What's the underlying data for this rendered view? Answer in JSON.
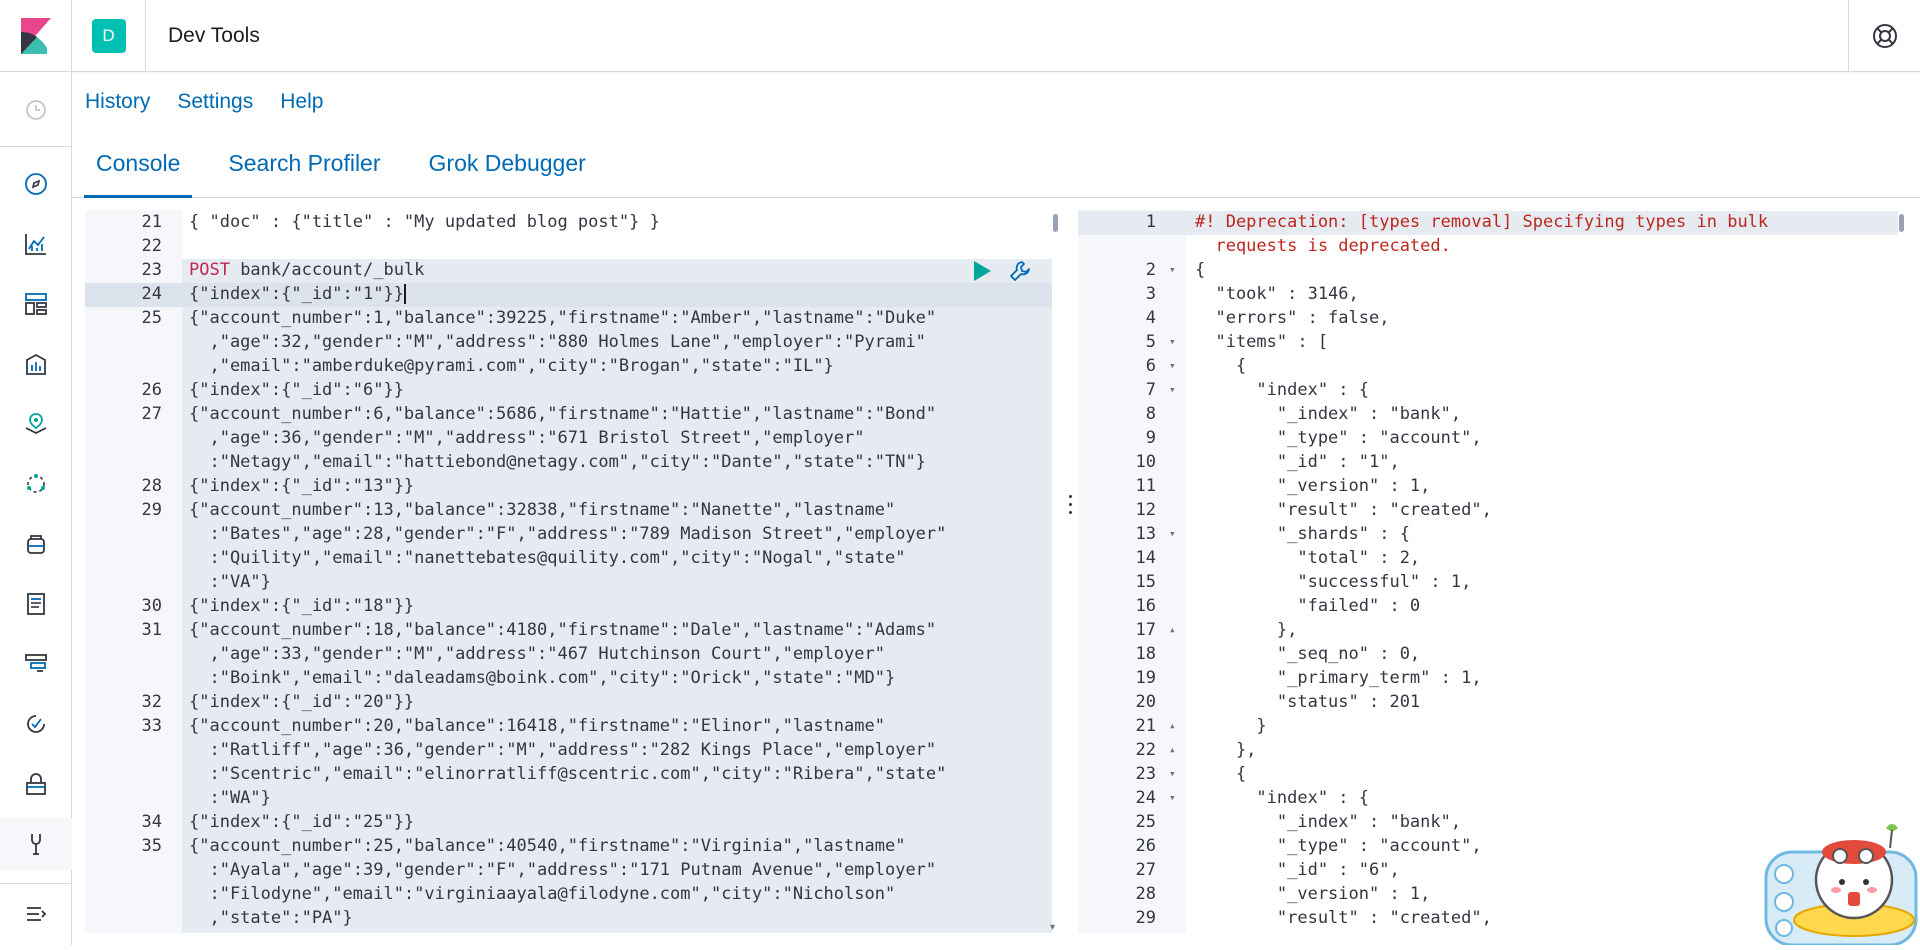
{
  "colors": {
    "kibana_logo_pink": "#e8488b",
    "kibana_logo_teal": "#3ebeb0",
    "space_avatar_bg": "#00bfb3",
    "link_blue": "#006bb4",
    "run_button_green": "#00a69b",
    "method_color": "#c7254e",
    "warning_red": "#bd271e",
    "string_green": "#008000",
    "boolean_blue": "#1e4bb4"
  },
  "header": {
    "space_letter": "D",
    "breadcrumb": "Dev Tools",
    "help_icon": "help-lifebuoy-icon"
  },
  "sidebar": {
    "items": [
      {
        "icon": "clock-icon",
        "label": "Recently viewed"
      },
      {
        "icon": "compass-icon",
        "label": "Discover"
      },
      {
        "icon": "visualize-icon",
        "label": "Visualize"
      },
      {
        "icon": "dashboard-icon",
        "label": "Dashboard"
      },
      {
        "icon": "canvas-icon",
        "label": "Canvas"
      },
      {
        "icon": "maps-icon",
        "label": "Maps"
      },
      {
        "icon": "ml-icon",
        "label": "Machine Learning"
      },
      {
        "icon": "infrastructure-icon",
        "label": "Infrastructure"
      },
      {
        "icon": "logs-icon",
        "label": "Logs"
      },
      {
        "icon": "apm-icon",
        "label": "APM"
      },
      {
        "icon": "uptime-icon",
        "label": "Uptime"
      },
      {
        "icon": "siem-icon",
        "label": "SIEM"
      },
      {
        "icon": "devtools-icon",
        "label": "Dev Tools"
      },
      {
        "icon": "collapse-menu-icon",
        "label": "Collapse"
      }
    ]
  },
  "topnav": {
    "history": "History",
    "settings": "Settings",
    "help": "Help"
  },
  "tabs": {
    "console": "Console",
    "search_profiler": "Search Profiler",
    "grok_debugger": "Grok Debugger"
  },
  "request_editor": {
    "lines": [
      {
        "n": "21",
        "t": "{ \"doc\" : {\"title\" : \"My updated blog post\"} }"
      },
      {
        "n": "22",
        "t": ""
      },
      {
        "n": "23",
        "method": "POST",
        "t": " bank/account/_bulk"
      },
      {
        "n": "24",
        "t": "{\"index\":{\"_id\":\"1\"}}"
      },
      {
        "n": "25",
        "t": "{\"account_number\":1,\"balance\":39225,\"firstname\":\"Amber\",\"lastname\":\"Duke\""
      },
      {
        "n": "",
        "t": "  ,\"age\":32,\"gender\":\"M\",\"address\":\"880 Holmes Lane\",\"employer\":\"Pyrami\""
      },
      {
        "n": "",
        "t": "  ,\"email\":\"amberduke@pyrami.com\",\"city\":\"Brogan\",\"state\":\"IL\"}"
      },
      {
        "n": "26",
        "t": "{\"index\":{\"_id\":\"6\"}}"
      },
      {
        "n": "27",
        "t": "{\"account_number\":6,\"balance\":5686,\"firstname\":\"Hattie\",\"lastname\":\"Bond\""
      },
      {
        "n": "",
        "t": "  ,\"age\":36,\"gender\":\"M\",\"address\":\"671 Bristol Street\",\"employer\""
      },
      {
        "n": "",
        "t": "  :\"Netagy\",\"email\":\"hattiebond@netagy.com\",\"city\":\"Dante\",\"state\":\"TN\"}"
      },
      {
        "n": "28",
        "t": "{\"index\":{\"_id\":\"13\"}}"
      },
      {
        "n": "29",
        "t": "{\"account_number\":13,\"balance\":32838,\"firstname\":\"Nanette\",\"lastname\""
      },
      {
        "n": "",
        "t": "  :\"Bates\",\"age\":28,\"gender\":\"F\",\"address\":\"789 Madison Street\",\"employer\""
      },
      {
        "n": "",
        "t": "  :\"Quility\",\"email\":\"nanettebates@quility.com\",\"city\":\"Nogal\",\"state\""
      },
      {
        "n": "",
        "t": "  :\"VA\"}"
      },
      {
        "n": "30",
        "t": "{\"index\":{\"_id\":\"18\"}}"
      },
      {
        "n": "31",
        "t": "{\"account_number\":18,\"balance\":4180,\"firstname\":\"Dale\",\"lastname\":\"Adams\""
      },
      {
        "n": "",
        "t": "  ,\"age\":33,\"gender\":\"M\",\"address\":\"467 Hutchinson Court\",\"employer\""
      },
      {
        "n": "",
        "t": "  :\"Boink\",\"email\":\"daleadams@boink.com\",\"city\":\"Orick\",\"state\":\"MD\"}"
      },
      {
        "n": "32",
        "t": "{\"index\":{\"_id\":\"20\"}}"
      },
      {
        "n": "33",
        "t": "{\"account_number\":20,\"balance\":16418,\"firstname\":\"Elinor\",\"lastname\""
      },
      {
        "n": "",
        "t": "  :\"Ratliff\",\"age\":36,\"gender\":\"M\",\"address\":\"282 Kings Place\",\"employer\""
      },
      {
        "n": "",
        "t": "  :\"Scentric\",\"email\":\"elinorratliff@scentric.com\",\"city\":\"Ribera\",\"state\""
      },
      {
        "n": "",
        "t": "  :\"WA\"}"
      },
      {
        "n": "34",
        "t": "{\"index\":{\"_id\":\"25\"}}"
      },
      {
        "n": "35",
        "t": "{\"account_number\":25,\"balance\":40540,\"firstname\":\"Virginia\",\"lastname\""
      },
      {
        "n": "",
        "t": "  :\"Ayala\",\"age\":39,\"gender\":\"F\",\"address\":\"171 Putnam Avenue\",\"employer\""
      },
      {
        "n": "",
        "t": "  :\"Filodyne\",\"email\":\"virginiaayala@filodyne.com\",\"city\":\"Nicholson\""
      },
      {
        "n": "",
        "t": "  ,\"state\":\"PA\"}"
      }
    ]
  },
  "response_editor": {
    "lines": [
      {
        "n": "1",
        "t": "#! Deprecation: [types removal] Specifying types in bulk",
        "red": true
      },
      {
        "n": "",
        "t": "  requests is deprecated.",
        "red": true
      },
      {
        "n": "2",
        "t": "{",
        "fold": "▾"
      },
      {
        "n": "3",
        "t": "  \"took\" : 3146,"
      },
      {
        "n": "4",
        "t": "  \"errors\" : false,"
      },
      {
        "n": "5",
        "t": "  \"items\" : [",
        "fold": "▾"
      },
      {
        "n": "6",
        "t": "    {",
        "fold": "▾"
      },
      {
        "n": "7",
        "t": "      \"index\" : {",
        "fold": "▾"
      },
      {
        "n": "8",
        "t": "        \"_index\" : \"bank\","
      },
      {
        "n": "9",
        "t": "        \"_type\" : \"account\","
      },
      {
        "n": "10",
        "t": "        \"_id\" : \"1\","
      },
      {
        "n": "11",
        "t": "        \"_version\" : 1,"
      },
      {
        "n": "12",
        "t": "        \"result\" : \"created\","
      },
      {
        "n": "13",
        "t": "        \"_shards\" : {",
        "fold": "▾"
      },
      {
        "n": "14",
        "t": "          \"total\" : 2,"
      },
      {
        "n": "15",
        "t": "          \"successful\" : 1,"
      },
      {
        "n": "16",
        "t": "          \"failed\" : 0"
      },
      {
        "n": "17",
        "t": "        },",
        "fold": "▴"
      },
      {
        "n": "18",
        "t": "        \"_seq_no\" : 0,"
      },
      {
        "n": "19",
        "t": "        \"_primary_term\" : 1,"
      },
      {
        "n": "20",
        "t": "        \"status\" : 201"
      },
      {
        "n": "21",
        "t": "      }",
        "fold": "▴"
      },
      {
        "n": "22",
        "t": "    },",
        "fold": "▴"
      },
      {
        "n": "23",
        "t": "    {",
        "fold": "▾"
      },
      {
        "n": "24",
        "t": "      \"index\" : {",
        "fold": "▾"
      },
      {
        "n": "25",
        "t": "        \"_index\" : \"bank\","
      },
      {
        "n": "26",
        "t": "        \"_type\" : \"account\","
      },
      {
        "n": "27",
        "t": "        \"_id\" : \"6\","
      },
      {
        "n": "28",
        "t": "        \"_version\" : 1,"
      },
      {
        "n": "29",
        "t": "        \"result\" : \"created\","
      }
    ]
  }
}
